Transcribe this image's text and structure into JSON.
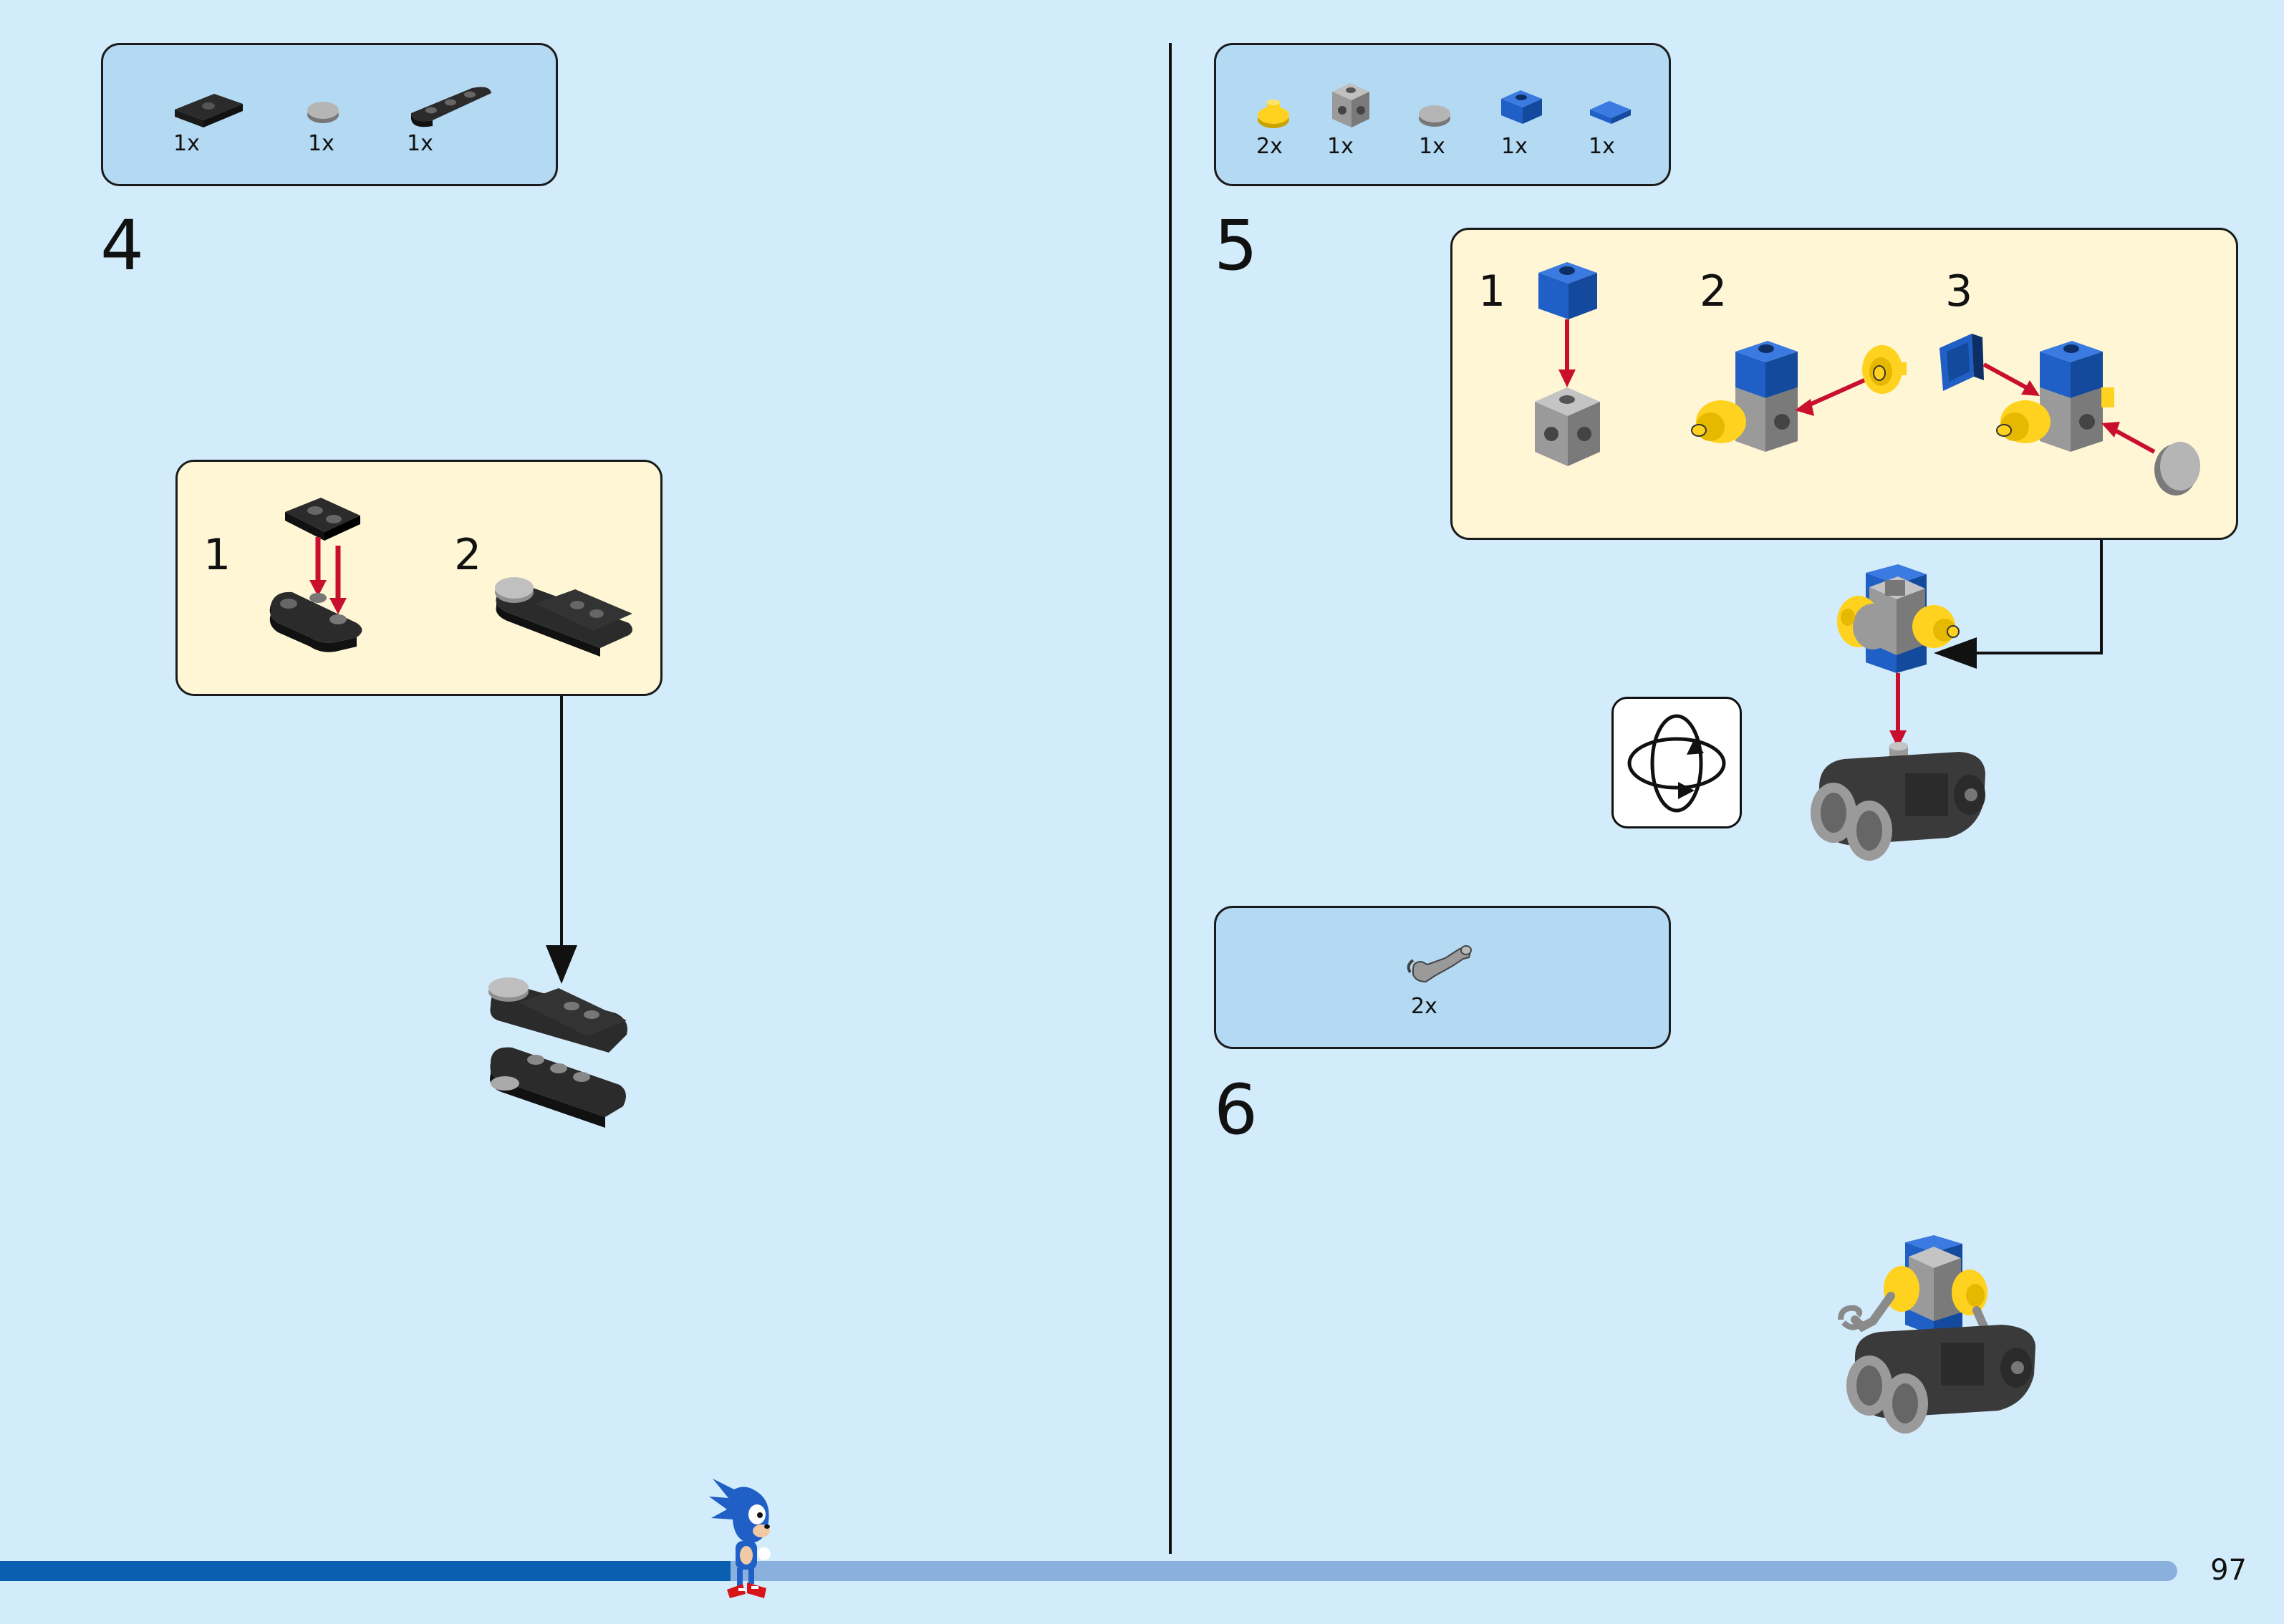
{
  "colors": {
    "background": "#d3ecfb",
    "parts_box": "#b3d9f3",
    "sub_assembly": "#fff6d6",
    "arrow_red": "#c8102e",
    "progress_done": "#0b5fb0",
    "progress_remaining": "#8ab0dd",
    "brick_blue": "#1f5fc6",
    "brick_yellow": "#ffd21f",
    "brick_gray": "#a0a0a0",
    "brick_black": "#2b2b2b"
  },
  "step4": {
    "number": "4",
    "parts": [
      {
        "qty": "1x",
        "part": "black-plate-1x2-icon"
      },
      {
        "qty": "1x",
        "part": "gray-round-tile-icon"
      },
      {
        "qty": "1x",
        "part": "black-plate-1x3-rounded-icon"
      }
    ],
    "sub_steps": [
      "1",
      "2"
    ]
  },
  "step5": {
    "number": "5",
    "parts": [
      {
        "qty": "2x",
        "part": "yellow-round-plate-icon"
      },
      {
        "qty": "1x",
        "part": "gray-brick-studs-sides-icon"
      },
      {
        "qty": "1x",
        "part": "gray-round-tile-icon"
      },
      {
        "qty": "1x",
        "part": "blue-brick-1x1-icon"
      },
      {
        "qty": "1x",
        "part": "blue-tile-1x1-icon"
      }
    ],
    "sub_steps": [
      "1",
      "2",
      "3"
    ]
  },
  "step6": {
    "number": "6",
    "parts": [
      {
        "qty": "2x",
        "part": "gray-robot-arm-icon"
      }
    ]
  },
  "page_number": "97",
  "progress": 0.33
}
